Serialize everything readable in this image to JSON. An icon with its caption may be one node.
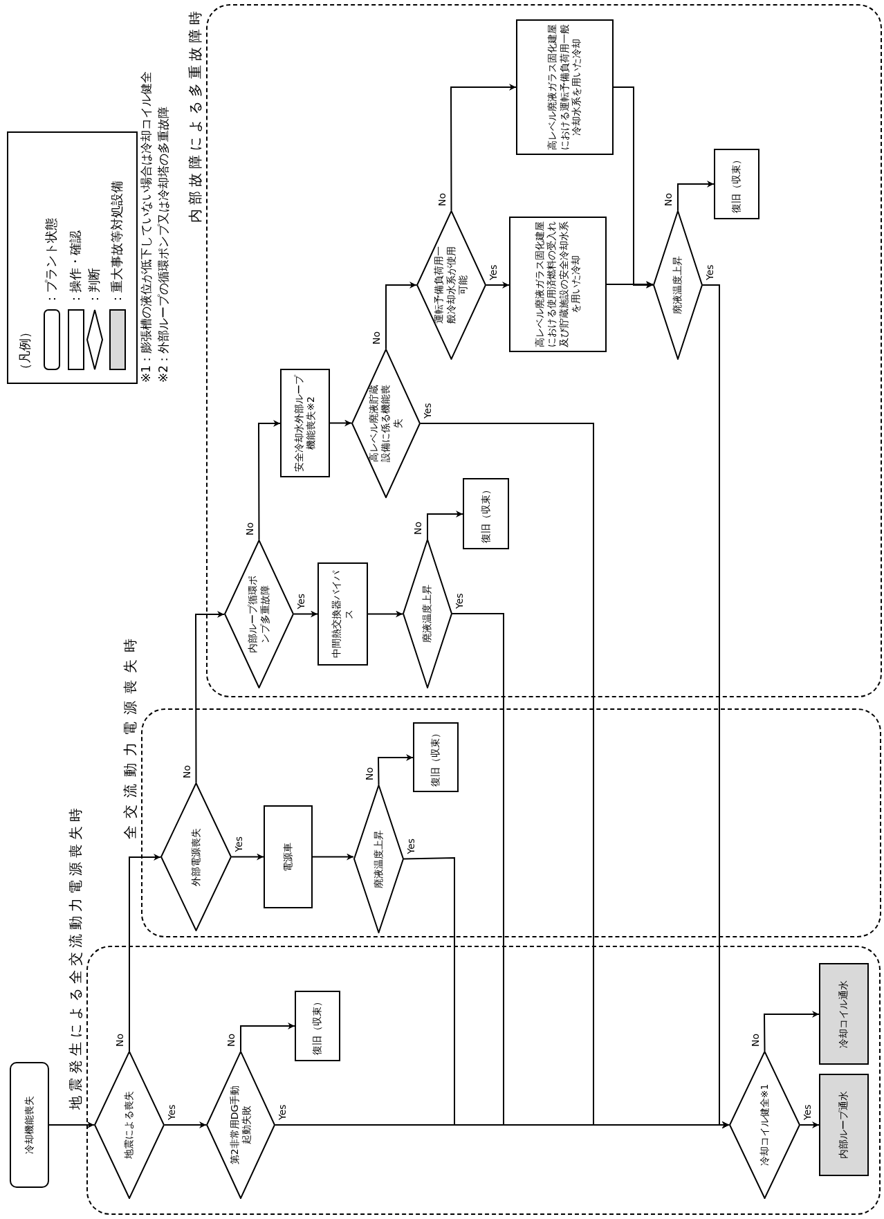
{
  "diagram": {
    "nodes": [
      {
        "text": [
          "冷却機能喪失"
        ]
      },
      {
        "text": [
          "地震発生による全交流動力電源喪失時"
        ]
      },
      {
        "text": [
          "地震による喪失"
        ],
        "in": 1
      },
      {
        "text": [
          "第2非常用DG手動起動失敗"
        ],
        "in": 1
      },
      {
        "text": [
          "復旧（収束）"
        ],
        "in": 1
      },
      {
        "text": [
          "冷却コイル健全※1"
        ],
        "in": 1
      },
      {
        "text": [
          "冷却コイル通水"
        ],
        "in": 1
      },
      {
        "text": [
          "内部ループ通水"
        ],
        "in": 1
      },
      {
        "text": [
          "全交流動力電源喪失時"
        ]
      },
      {
        "text": [
          "外部電源喪失"
        ],
        "in": 8
      },
      {
        "text": [
          "電源車"
        ],
        "in": 8
      },
      {
        "text": [
          "廃液温度上昇"
        ],
        "in": 8
      },
      {
        "text": [
          "復旧（収束）"
        ],
        "in": 8
      },
      {
        "text": [
          "内部故障による多重故障時"
        ]
      },
      {
        "text": [
          "内部ループ循環ポンプ多重故障"
        ],
        "in": 13
      },
      {
        "text": [
          "中間熱交換器バイパス"
        ],
        "in": 13
      },
      {
        "text": [
          "廃液温度上昇"
        ],
        "in": 13
      },
      {
        "text": [
          "復旧（収束）"
        ],
        "in": 13
      },
      {
        "text": [
          "安全冷却水外部ループ機能喪失※2"
        ],
        "in": 13
      },
      {
        "text": [
          "高レベル廃液貯蔵設備に係る機能喪失"
        ],
        "in": 13
      },
      {
        "text": [
          "運転予備負荷用一般冷却水系が使用可能"
        ],
        "in": 13
      },
      {
        "text": [
          "高レベル廃液ガラス固化建屋における使用済燃料の受入れ及び貯蔵施設の安全冷却水系を用いた冷却"
        ],
        "in": 13
      },
      {
        "text": [
          "高レベル廃液ガラス固化建屋における運転予備負荷用一般冷却水系を用いた冷却"
        ],
        "in": 13
      },
      {
        "text": [
          "廃液温度上昇"
        ],
        "in": 13
      },
      {
        "text": [
          "復旧（収束）"
        ],
        "in": 13
      }
    ],
    "edges": [
      {
        "from": 0,
        "to": 2,
        "arrow": "to"
      },
      {
        "from": 2,
        "to": 3,
        "arrow": "to",
        "label": "Yes"
      },
      {
        "from": 2,
        "to": 9,
        "arrow": "to",
        "label": "No"
      },
      {
        "from": 3,
        "to": 4,
        "arrow": "to",
        "label": "No"
      },
      {
        "from": 3,
        "to": 5,
        "arrow": "to",
        "label": "Yes"
      },
      {
        "from": 5,
        "to": 6,
        "arrow": "to",
        "label": "No"
      },
      {
        "from": 5,
        "to": 7,
        "arrow": "to",
        "label": "Yes"
      },
      {
        "from": 9,
        "to": 10,
        "arrow": "to",
        "label": "Yes"
      },
      {
        "from": 10,
        "to": 11,
        "arrow": "to"
      },
      {
        "from": 11,
        "to": 12,
        "arrow": "to",
        "label": "No"
      },
      {
        "from": 11,
        "to": 5,
        "arrow": "to",
        "label": "Yes"
      },
      {
        "from": 9,
        "to": 14,
        "arrow": "to",
        "label": "No"
      },
      {
        "from": 14,
        "to": 15,
        "arrow": "to",
        "label": "Yes"
      },
      {
        "from": 15,
        "to": 16,
        "arrow": "to"
      },
      {
        "from": 16,
        "to": 17,
        "arrow": "to",
        "label": "No"
      },
      {
        "from": 16,
        "to": 5,
        "arrow": "to",
        "label": "Yes"
      },
      {
        "from": 14,
        "to": 18,
        "arrow": "to",
        "label": "No"
      },
      {
        "from": 18,
        "to": 19,
        "arrow": "to"
      },
      {
        "from": 19,
        "to": 20,
        "arrow": "to",
        "label": "No"
      },
      {
        "from": 19,
        "to": 5,
        "arrow": "to",
        "label": "Yes"
      },
      {
        "from": 20,
        "to": 21,
        "arrow": "to",
        "label": "Yes"
      },
      {
        "from": 20,
        "to": 22,
        "arrow": "to",
        "label": "No"
      },
      {
        "from": 21,
        "to": 23,
        "arrow": "to"
      },
      {
        "from": 22,
        "to": 23,
        "arrow": "to"
      },
      {
        "from": 23,
        "to": 24,
        "arrow": "to",
        "label": "No"
      },
      {
        "from": 23,
        "to": 5,
        "arrow": "to",
        "label": "Yes"
      }
    ],
    "labels": [
      "（凡例）",
      "※1：膨張槽の液位が低下していない場合は冷却コイル健全",
      "※2：外部ループの循環ポンプ又は冷却塔の多重故障"
    ],
    "legend": [
      {
        "text": "：プラント状態"
      },
      {
        "text": "：操作・確認"
      },
      {
        "text": "：判断"
      },
      {
        "text": "：重大事故等対処設備"
      }
    ]
  }
}
